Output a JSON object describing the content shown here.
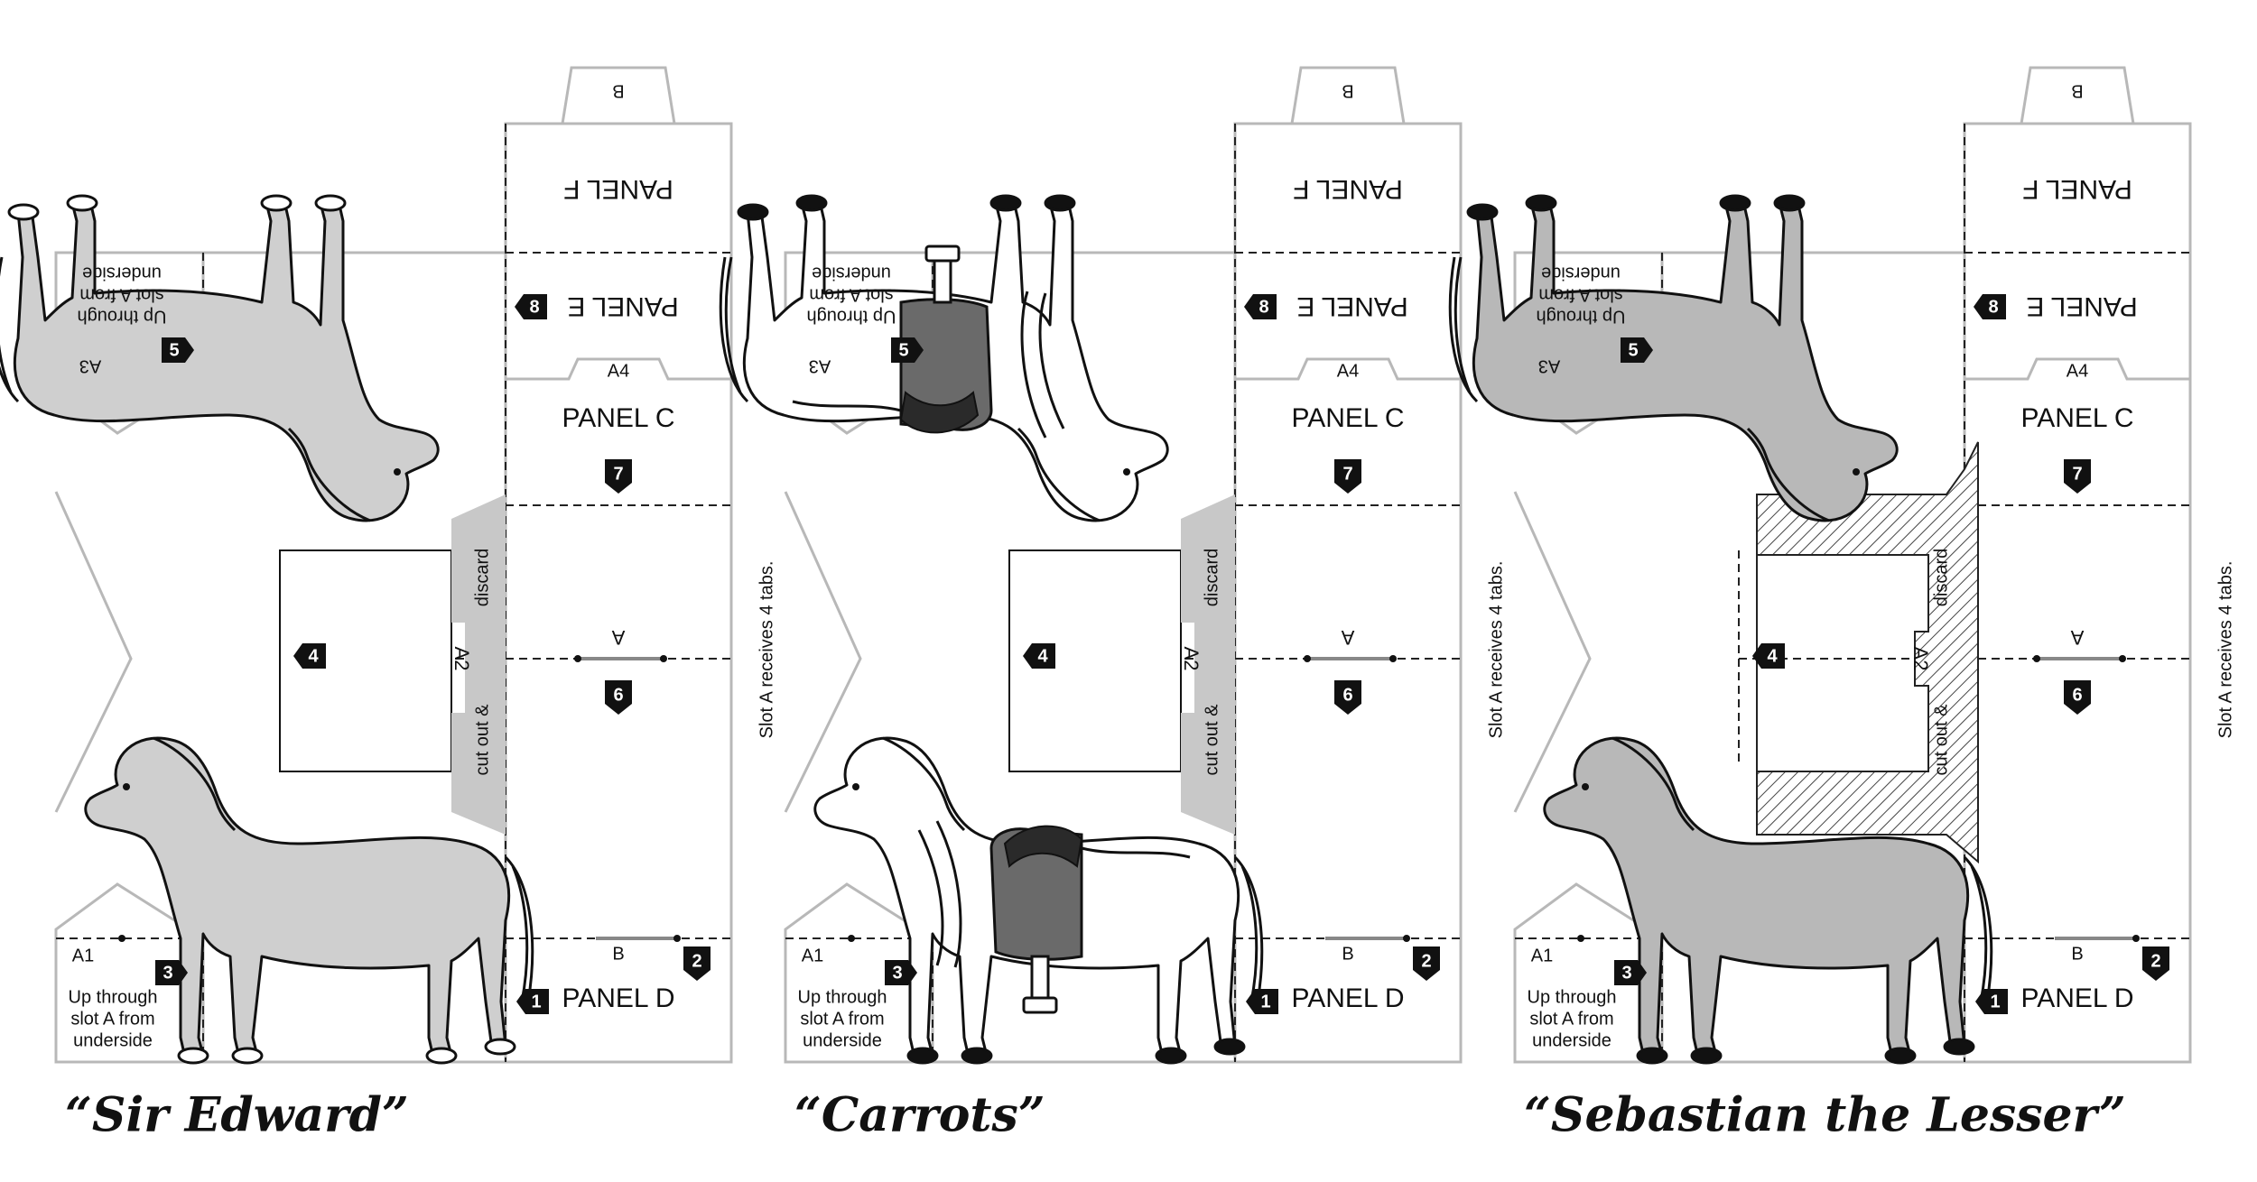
{
  "panels": [
    {
      "id": "sir-edward",
      "title": "“Sir Edward”",
      "style": "light",
      "side_note": "Slot A receives 4 tabs.",
      "labels": {
        "panel_f": "PANEL F",
        "panel_e": "PANEL E",
        "panel_c": "PANEL C",
        "panel_d": "PANEL D",
        "tab_b": "B",
        "slot_a": "A",
        "slot_b": "B",
        "a1": "A1",
        "a2": "A2",
        "a3": "A3",
        "a4": "A4",
        "discard": "discard",
        "cut_out": "cut out &",
        "a1_note": [
          "Up through",
          "slot A from",
          "underside"
        ],
        "a3_note": [
          "Up through",
          "slot A from",
          "underside"
        ],
        "steps": [
          "1",
          "2",
          "3",
          "4",
          "5",
          "6",
          "7",
          "8"
        ]
      }
    },
    {
      "id": "carrots",
      "title": "“Carrots”",
      "style": "armored",
      "side_note": "Slot A receives 4 tabs.",
      "labels": {
        "panel_f": "PANEL F",
        "panel_e": "PANEL E",
        "panel_c": "PANEL C",
        "panel_d": "PANEL D",
        "tab_b": "B",
        "slot_a": "A",
        "slot_b": "B",
        "a1": "A1",
        "a2": "A2",
        "a3": "A3",
        "a4": "A4",
        "discard": "discard",
        "cut_out": "cut out &",
        "a1_note": [
          "Up through",
          "slot A from",
          "underside"
        ],
        "a3_note": [
          "Up through",
          "slot A from",
          "underside"
        ],
        "steps": [
          "1",
          "2",
          "3",
          "4",
          "5",
          "6",
          "7",
          "8"
        ]
      }
    },
    {
      "id": "sebastian",
      "title": "“Sebastian the Lesser”",
      "style": "pony",
      "side_note": "Slot A receives 4 tabs.",
      "labels": {
        "panel_f": "PANEL F",
        "panel_e": "PANEL E",
        "panel_c": "PANEL C",
        "panel_d": "PANEL D",
        "tab_b": "B",
        "slot_a": "A",
        "slot_b": "B",
        "a1": "A1",
        "a2": "A2",
        "a3": "A3",
        "a4": "A4",
        "discard": "discard",
        "cut_out": "cut out &",
        "a1_note": [
          "Up through",
          "slot A from",
          "underside"
        ],
        "a3_note": [
          "Up through",
          "slot A from",
          "underside"
        ],
        "steps": [
          "1",
          "2",
          "3",
          "4",
          "5",
          "6",
          "7",
          "8"
        ]
      }
    }
  ],
  "colors": {
    "outline": "#b8b8b8",
    "dash": "#222222",
    "badge": "#111111",
    "coat_light": "#cfcfcf",
    "coat_pony": "#b8b8b8",
    "saddle": "#6a6a6a",
    "discard_fill": "#c8c8c8",
    "hatch": "#444444"
  }
}
